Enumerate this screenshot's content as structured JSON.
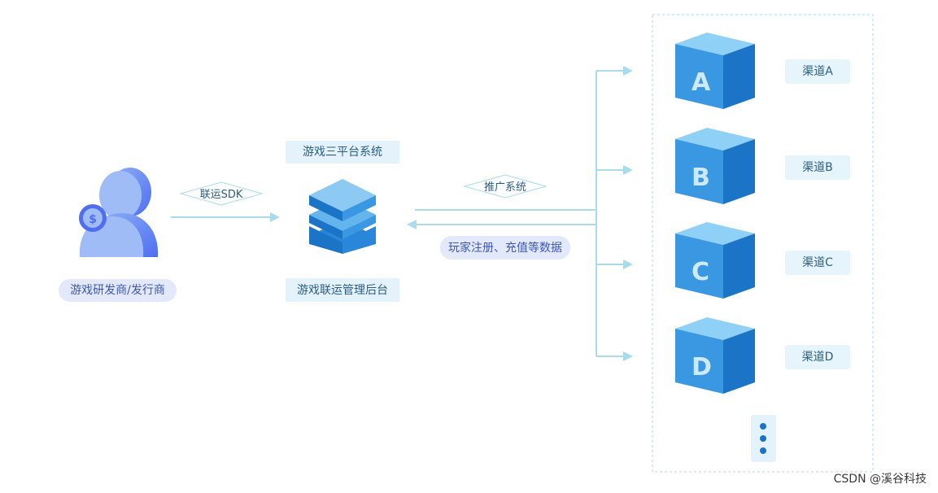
{
  "developer": {
    "label": "游戏研发商/发行商",
    "icon": "user-coin-icon"
  },
  "sdk_arrow": {
    "label": "联运SDK"
  },
  "platform": {
    "top_label": "游戏三平台系统",
    "bottom_label": "游戏联运管理后台",
    "icon": "server-stack-icon"
  },
  "promo_arrow": {
    "label": "推广系统"
  },
  "return_arrow": {
    "label": "玩家注册、充值等数据"
  },
  "channels": [
    {
      "letter": "A",
      "label": "渠道A"
    },
    {
      "letter": "B",
      "label": "渠道B"
    },
    {
      "letter": "C",
      "label": "渠道C"
    },
    {
      "letter": "D",
      "label": "渠道D"
    }
  ],
  "more": {
    "icon": "more-vertical-icon"
  },
  "watermark": "CSDN @溪谷科技",
  "colors": {
    "line": "#a9dbea",
    "cube_light": "#64b5ee",
    "cube_dark": "#1c74c7",
    "label_bg": "#e4f3fb",
    "pill_bg": "#e3e8fa"
  }
}
